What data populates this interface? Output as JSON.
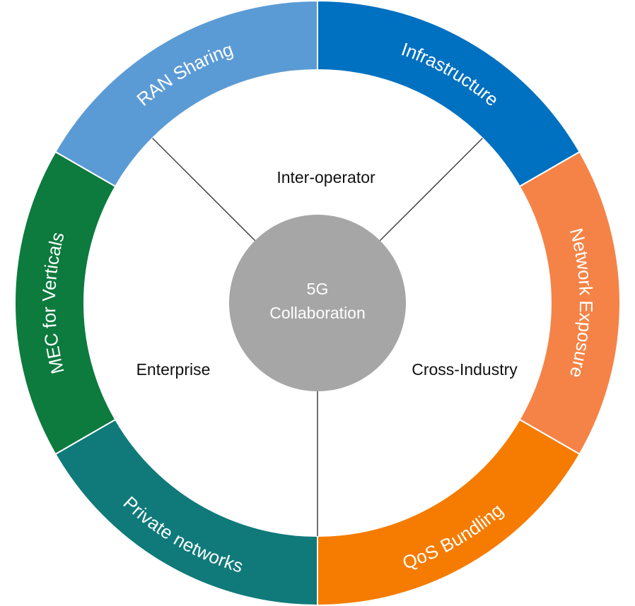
{
  "center": {
    "line1": "5G",
    "line2": "Collaboration",
    "color": "#a6a6a6"
  },
  "ring_segments": [
    {
      "label": "RAN Sharing",
      "color": "#5b9bd5"
    },
    {
      "label": "Infrastructure",
      "color": "#0070c0"
    },
    {
      "label": "Network Exposure",
      "color": "#f58347"
    },
    {
      "label": "QoS Bundling",
      "color": "#f57c00"
    },
    {
      "label": "Private networks",
      "color": "#107a7a"
    },
    {
      "label": "MEC for Verticals",
      "color": "#0d7a3e"
    }
  ],
  "zones": [
    {
      "label": "Inter-operator"
    },
    {
      "label": "Cross-Industry"
    },
    {
      "label": "Enterprise"
    }
  ]
}
